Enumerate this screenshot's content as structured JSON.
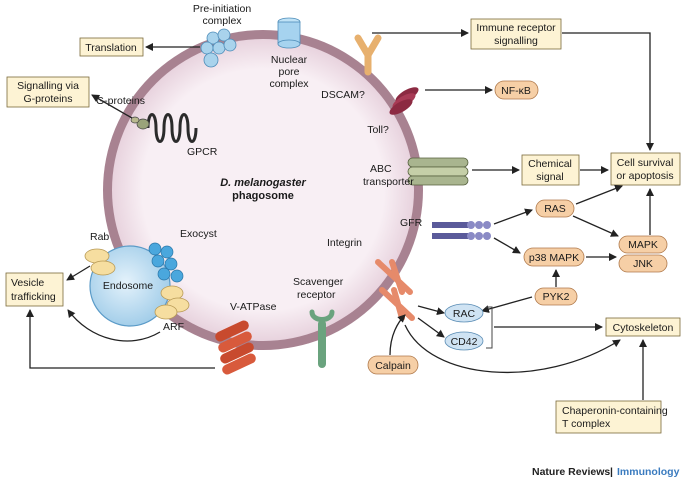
{
  "labels": {
    "preinit": [
      "Pre-initiation",
      "complex"
    ],
    "nuclear_pore": [
      "Nuclear",
      "pore",
      "complex"
    ],
    "dscam": "DSCAM?",
    "gproteins": "G-proteins",
    "gpcr": "GPCR",
    "toll": "Toll?",
    "abc": [
      "ABC",
      "transporter"
    ],
    "gfr": "GFR",
    "integrin": "Integrin",
    "exocyst": "Exocyst",
    "rab": "Rab",
    "endosome": "Endosome",
    "arf": "ARF",
    "vatpase": "V-ATPase",
    "scavenger": [
      "Scavenger",
      "receptor"
    ],
    "phagosome": [
      "D. melanogaster",
      "phagosome"
    ]
  },
  "boxes": {
    "translation": [
      "Translation"
    ],
    "signalling_g": [
      "Signalling via",
      "G-proteins"
    ],
    "immune": [
      "Immune receptor",
      "signalling"
    ],
    "chemical": [
      "Chemical",
      "signal"
    ],
    "survival": [
      "Cell survival",
      "or apoptosis"
    ],
    "vesicle": [
      "Vesicle",
      "trafficking"
    ],
    "cytoskeleton": [
      "Cytoskeleton"
    ],
    "chaperonin": [
      "Chaperonin-containing",
      "T complex"
    ]
  },
  "pills": {
    "nfkb": "NF-κB",
    "ras": "RAS",
    "p38": "p38 MAPK",
    "mapk": "MAPK",
    "jnk": "JNK",
    "pyk2": "PYK2",
    "calpain": "Calpain",
    "rac": "RAC",
    "cd42": "CD42"
  },
  "footer": {
    "journal": "Nature Reviews",
    "separator": "|",
    "subject": "Immunology"
  },
  "colors": {
    "membrane": "#b28a98",
    "lumen": "#f7eef3",
    "box_fill": "#fdf3d4",
    "pill_fill": "#f6cfa6",
    "blue_pill": "#cfe3f3",
    "endosome": "#bfe0f3",
    "footer_accent": "#3a7bbf"
  }
}
